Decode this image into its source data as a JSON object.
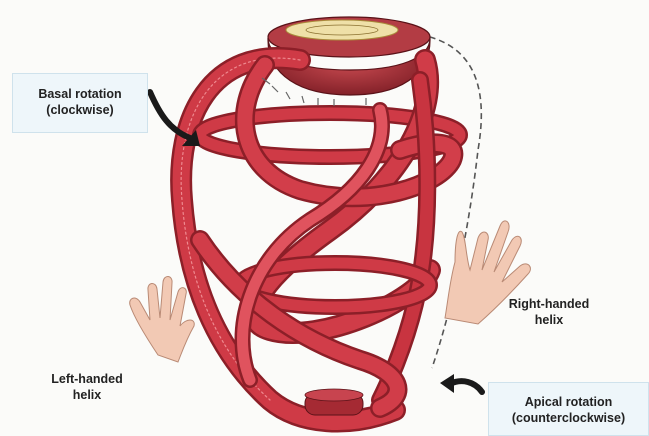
{
  "labels": {
    "basal": {
      "line1": "Basal rotation",
      "line2": "(clockwise)"
    },
    "apical": {
      "line1": "Apical rotation",
      "line2": "(counterclockwise)"
    },
    "right_helix": {
      "line1": "Right-handed",
      "line2": "helix"
    },
    "left_helix": {
      "line1": "Left-handed",
      "line2": "helix"
    }
  },
  "colors": {
    "muscle": "#c62f3c",
    "muscle_dark": "#8c1f28",
    "muscle_light": "#e26b72",
    "skin": "#f2c9b4",
    "box_fill": "#eef6fa",
    "arrow": "#1a1a1a"
  },
  "icons": [
    "heart-muscle-band",
    "hand-icon",
    "curved-arrow-icon"
  ]
}
